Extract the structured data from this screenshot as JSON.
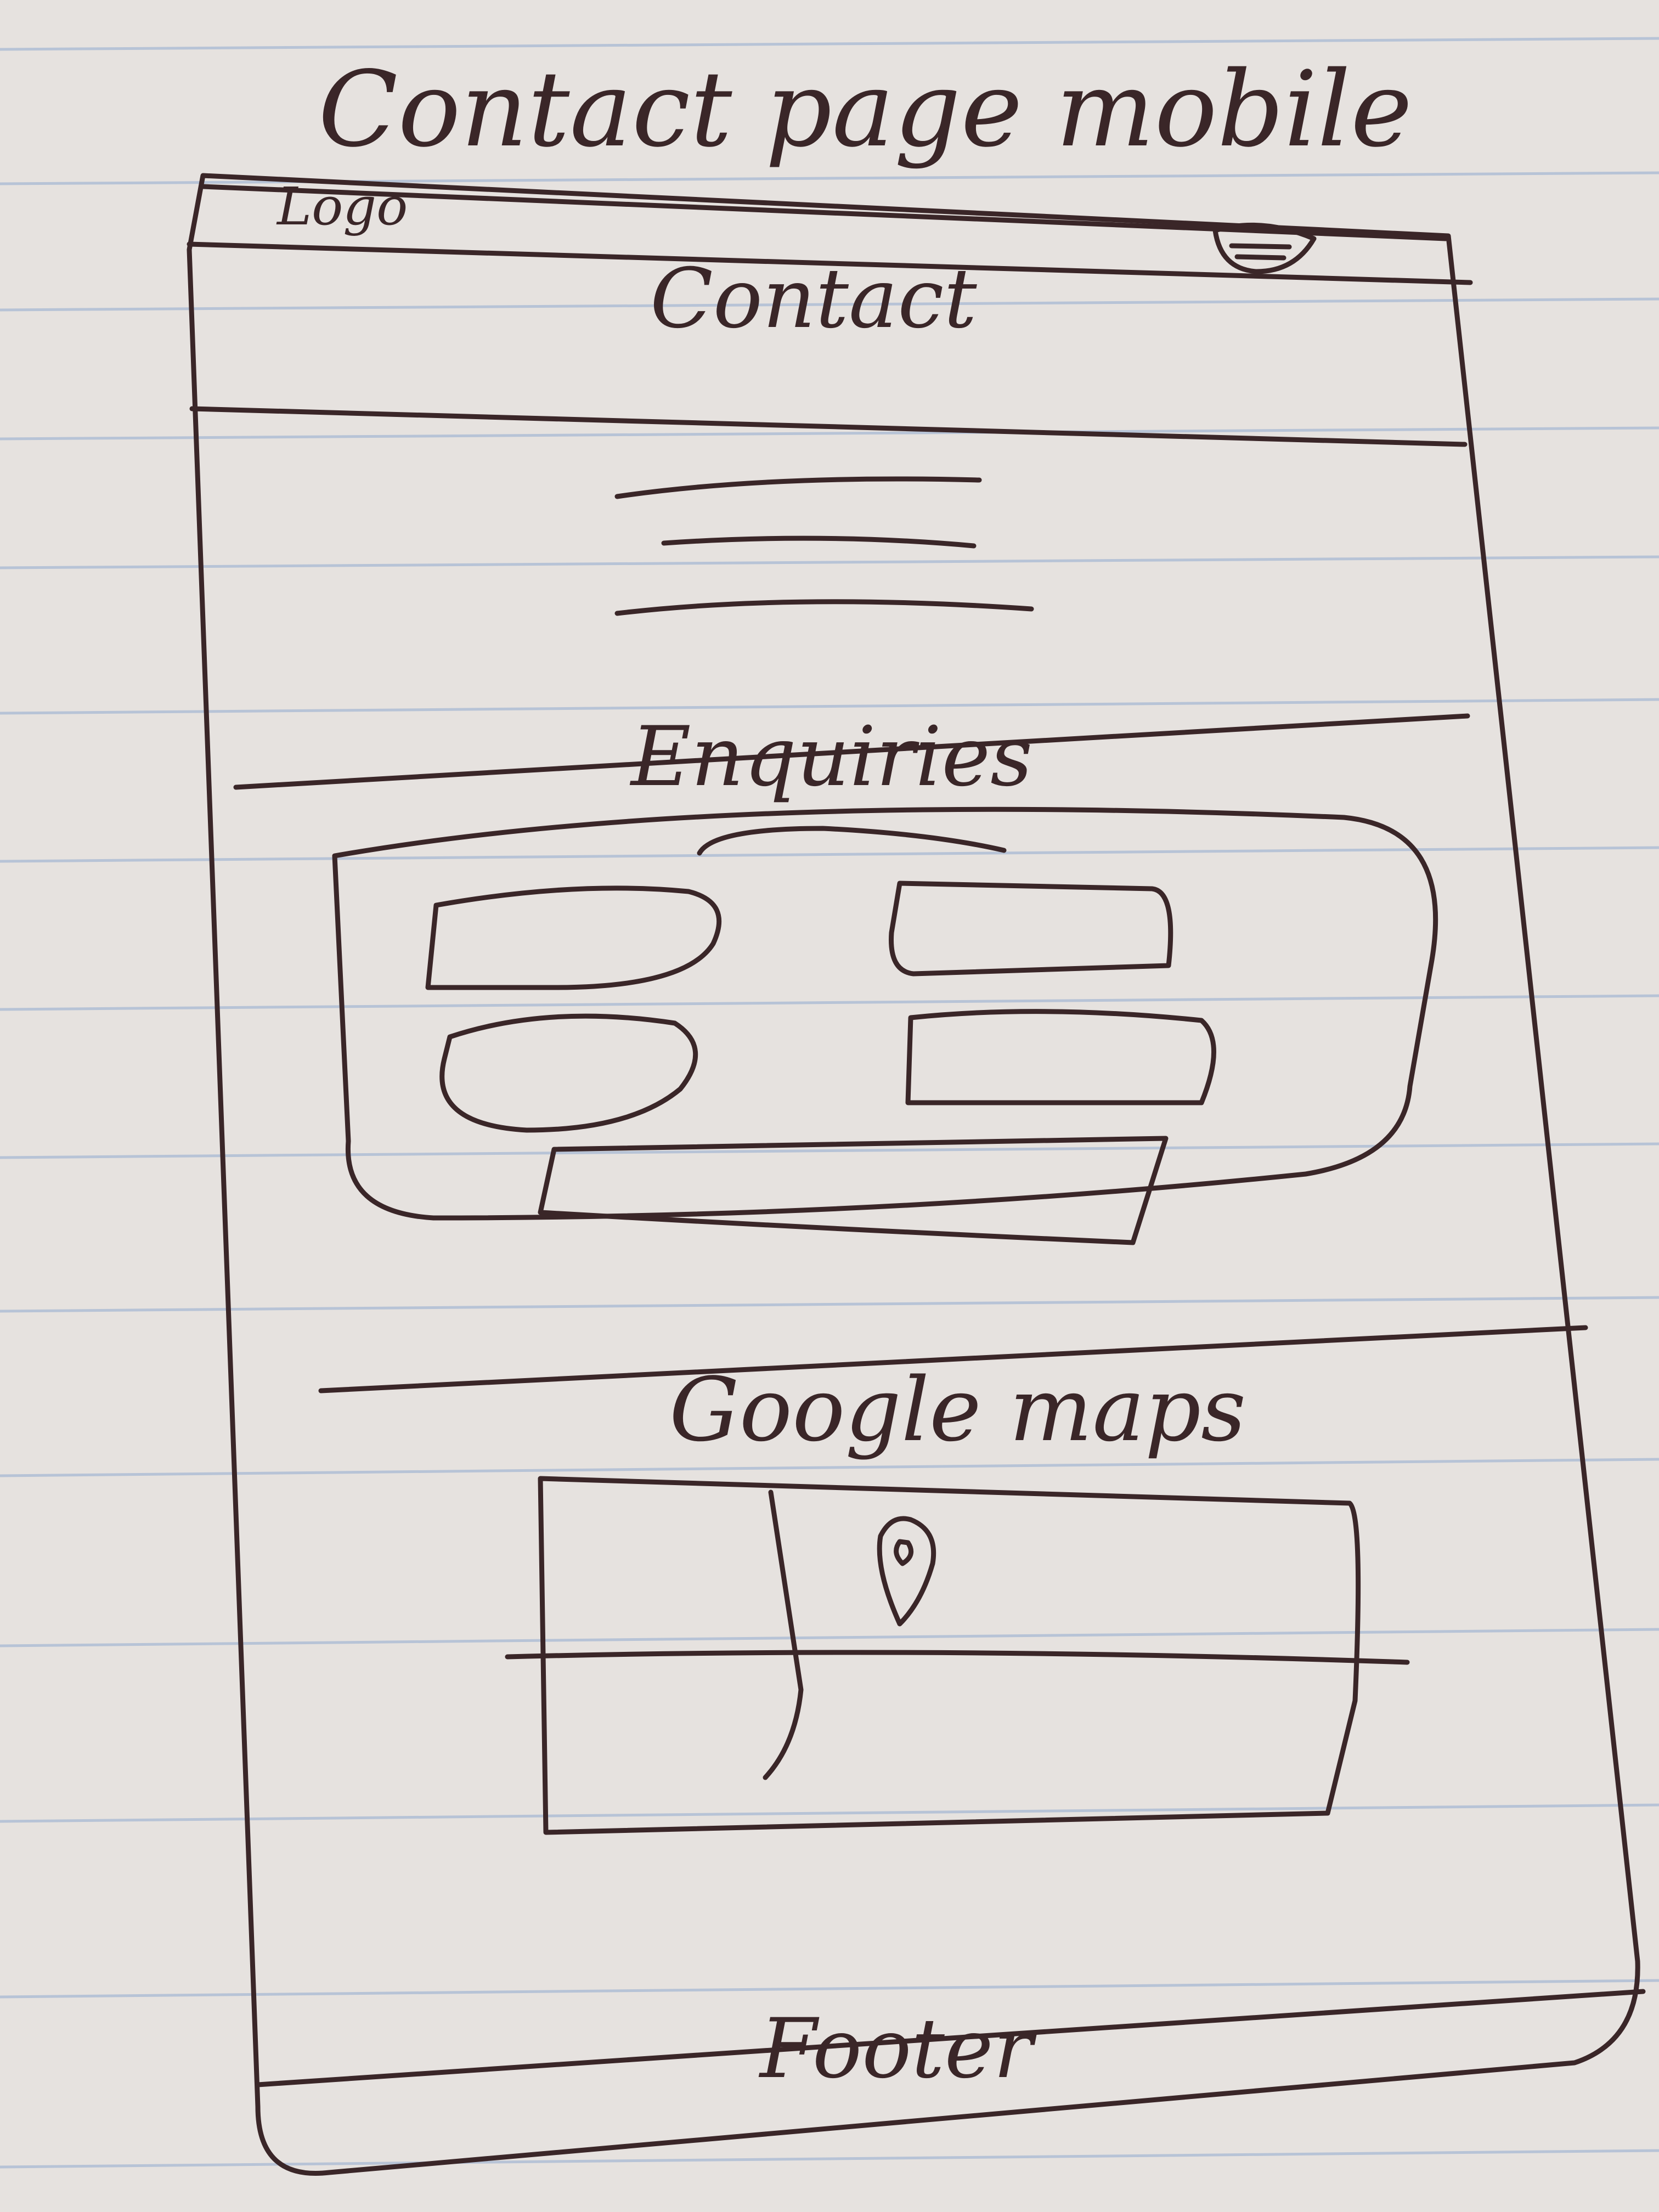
{
  "page_title": "Contact page mobile",
  "header": {
    "logo_label": "Logo",
    "menu_icon": "hamburger-menu-icon"
  },
  "contact": {
    "title": "Contact"
  },
  "enquiries": {
    "title": "Enquiries"
  },
  "maps": {
    "title": "Google maps",
    "pin_icon": "map-pin-icon"
  },
  "footer": {
    "label": "Footer"
  },
  "colors": {
    "paper": "#e6e2df",
    "rule_line": "#b7c3d6",
    "ink": "#3a2628"
  }
}
